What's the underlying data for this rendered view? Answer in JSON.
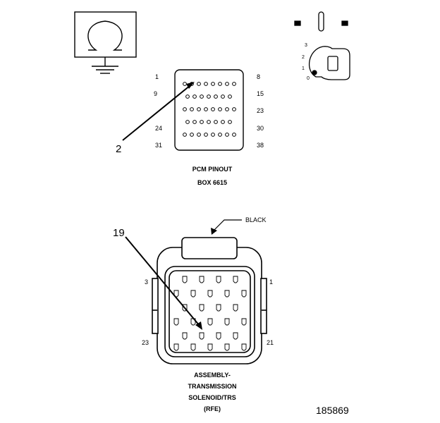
{
  "pcm": {
    "pin_labels": {
      "left": [
        "1",
        "9",
        "",
        "24",
        "31"
      ],
      "right": [
        "8",
        "15",
        "23",
        "30",
        "38"
      ]
    },
    "caption_line1": "PCM PINOUT",
    "caption_line2": "BOX 6615",
    "callout": "2"
  },
  "key_switch": {
    "positions": [
      "3",
      "2",
      "1",
      "0"
    ]
  },
  "tcm": {
    "color_label": "BLACK",
    "callout": "19",
    "pin_labels": {
      "top_left": "3",
      "top_right": "1",
      "bottom_left": "23",
      "bottom_right": "21"
    },
    "caption_lines": [
      "ASSEMBLY-",
      "TRANSMISSION",
      "SOLENOID/TRS",
      "(RFE)"
    ]
  },
  "figure_number": "185869"
}
